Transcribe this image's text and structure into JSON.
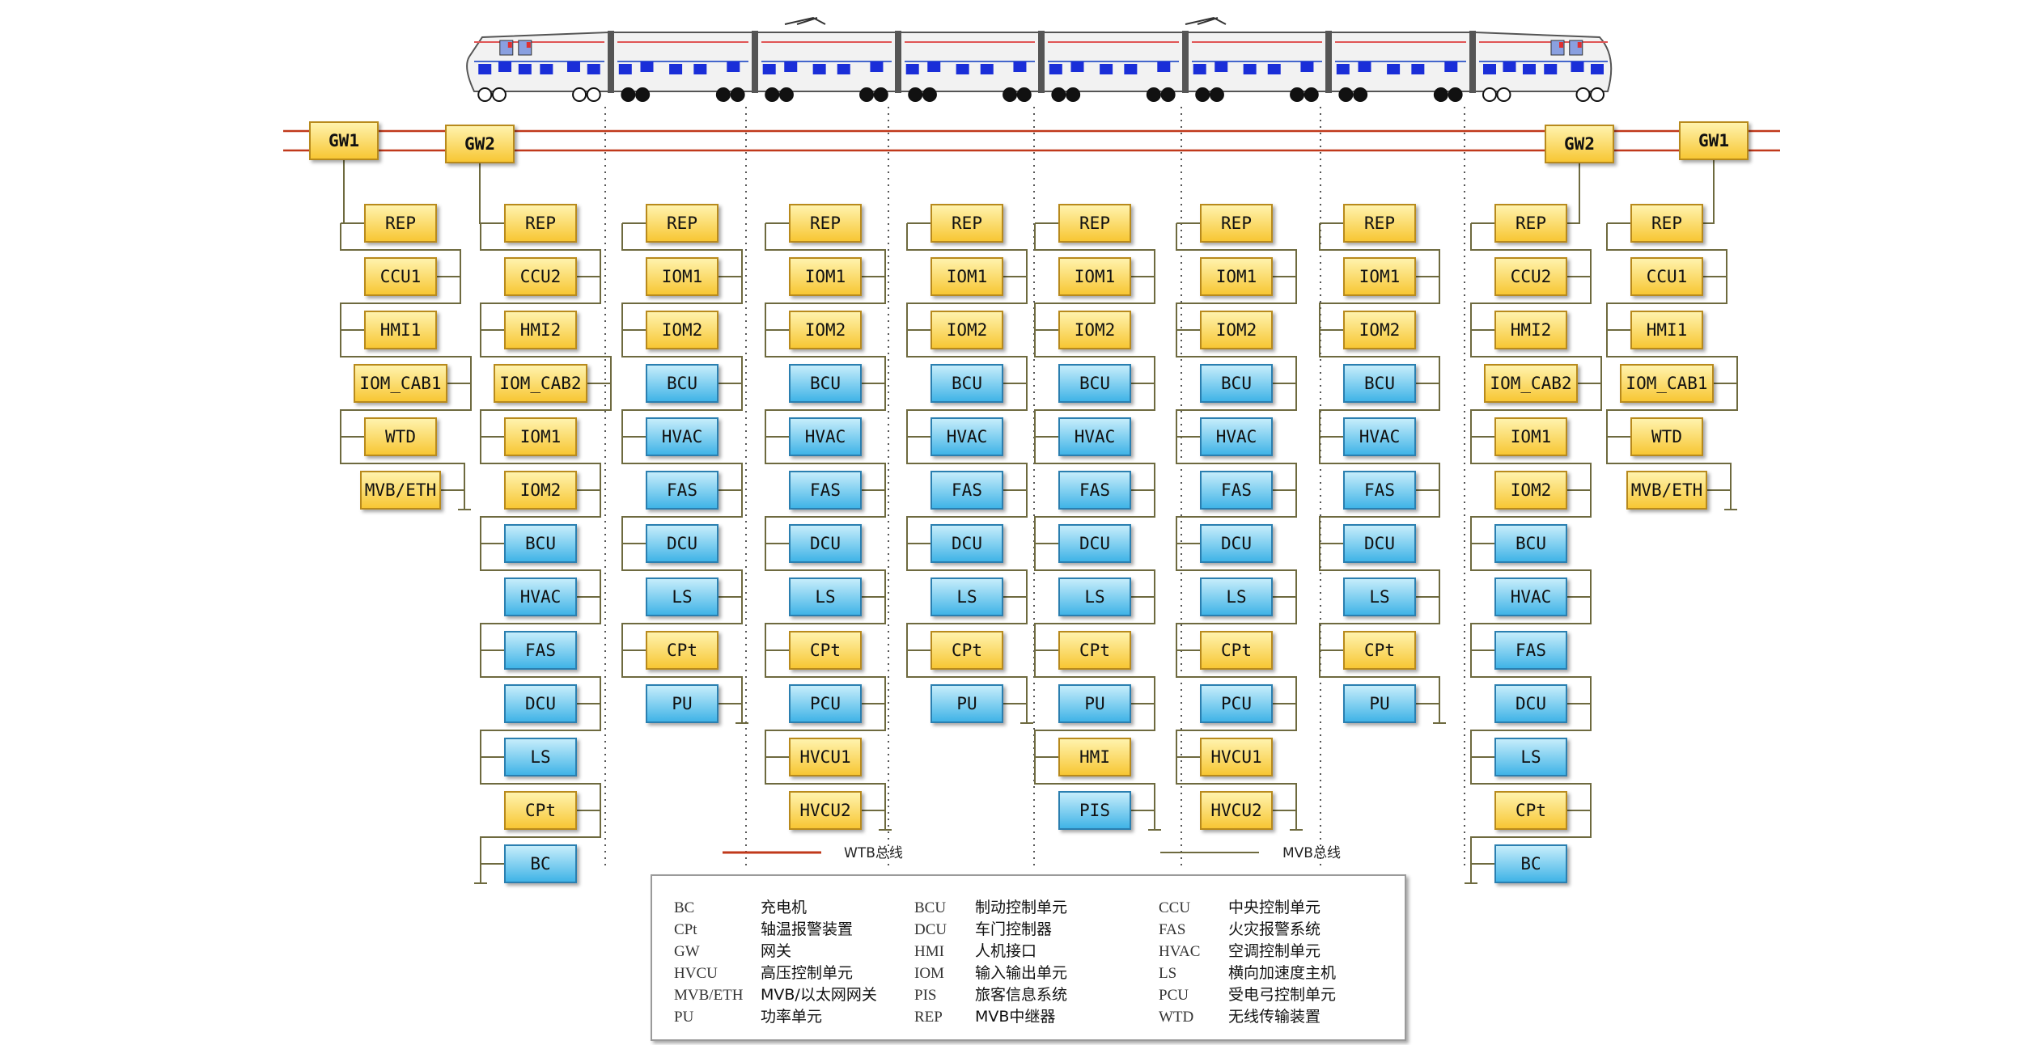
{
  "colors": {
    "yellow_top": "#FFF3B0",
    "yellow_bottom": "#F7C531",
    "yellow_stroke": "#B88A1A",
    "blue_top": "#C9EEFB",
    "blue_bottom": "#3DB2E6",
    "blue_stroke": "#2B7FB0",
    "wtb_line": "#C0391B",
    "mvb_line": "#6E6A3F",
    "car_body": "#F2F2F2",
    "car_device": "#1A2ED8"
  },
  "wtb": {
    "gw1": "GW1",
    "gw2": "GW2"
  },
  "columns": [
    [
      "REP",
      "CCU1",
      "HMI1",
      "IOM_CAB1",
      "WTD",
      "MVB/ETH"
    ],
    [
      "REP",
      "CCU2",
      "HMI2",
      "IOM_CAB2",
      "IOM1",
      "IOM2",
      "BCU",
      "HVAC",
      "FAS",
      "DCU",
      "LS",
      "CPt",
      "BC"
    ],
    [
      "REP",
      "IOM1",
      "IOM2",
      "BCU",
      "HVAC",
      "FAS",
      "DCU",
      "LS",
      "CPt",
      "PU"
    ],
    [
      "REP",
      "IOM1",
      "IOM2",
      "BCU",
      "HVAC",
      "FAS",
      "DCU",
      "LS",
      "CPt",
      "PCU",
      "HVCU1",
      "HVCU2"
    ],
    [
      "REP",
      "IOM1",
      "IOM2",
      "BCU",
      "HVAC",
      "FAS",
      "DCU",
      "LS",
      "CPt",
      "PU"
    ],
    [
      "REP",
      "IOM1",
      "IOM2",
      "BCU",
      "HVAC",
      "FAS",
      "DCU",
      "LS",
      "CPt",
      "PU",
      "HMI",
      "PIS"
    ],
    [
      "REP",
      "IOM1",
      "IOM2",
      "BCU",
      "HVAC",
      "FAS",
      "DCU",
      "LS",
      "CPt",
      "PCU",
      "HVCU1",
      "HVCU2"
    ],
    [
      "REP",
      "IOM1",
      "IOM2",
      "BCU",
      "HVAC",
      "FAS",
      "DCU",
      "LS",
      "CPt",
      "PU"
    ],
    [
      "REP",
      "CCU2",
      "HMI2",
      "IOM_CAB2",
      "IOM1",
      "IOM2",
      "BCU",
      "HVAC",
      "FAS",
      "DCU",
      "LS",
      "CPt",
      "BC"
    ],
    [
      "REP",
      "CCU1",
      "HMI1",
      "IOM_CAB1",
      "WTD",
      "MVB/ETH"
    ]
  ],
  "blue_units": [
    "BCU",
    "HVAC",
    "FAS",
    "DCU",
    "LS",
    "PU",
    "PCU",
    "PIS",
    "BC"
  ],
  "bus_legend": {
    "wtb": "WTB总线",
    "mvb": "MVB总线"
  },
  "legend": [
    [
      {
        "abbr": "BC",
        "desc": "充电机"
      },
      {
        "abbr": "BCU",
        "desc": "制动控制单元"
      },
      {
        "abbr": "CCU",
        "desc": "中央控制单元"
      }
    ],
    [
      {
        "abbr": "CPt",
        "desc": "轴温报警装置"
      },
      {
        "abbr": "DCU",
        "desc": "车门控制器"
      },
      {
        "abbr": "FAS",
        "desc": "火灾报警系统"
      }
    ],
    [
      {
        "abbr": "GW",
        "desc": "网关"
      },
      {
        "abbr": "HMI",
        "desc": "人机接口"
      },
      {
        "abbr": "HVAC",
        "desc": "空调控制单元"
      }
    ],
    [
      {
        "abbr": "HVCU",
        "desc": "高压控制单元"
      },
      {
        "abbr": "IOM",
        "desc": "输入输出单元"
      },
      {
        "abbr": "LS",
        "desc": "横向加速度主机"
      }
    ],
    [
      {
        "abbr": "MVB/ETH",
        "desc": "MVB/以太网网关"
      },
      {
        "abbr": "PIS",
        "desc": "旅客信息系统"
      },
      {
        "abbr": "PCU",
        "desc": "受电弓控制单元"
      }
    ],
    [
      {
        "abbr": "PU",
        "desc": "功率单元"
      },
      {
        "abbr": "REP",
        "desc": "MVB中继器"
      },
      {
        "abbr": "WTD",
        "desc": "无线传输装置"
      }
    ]
  ]
}
